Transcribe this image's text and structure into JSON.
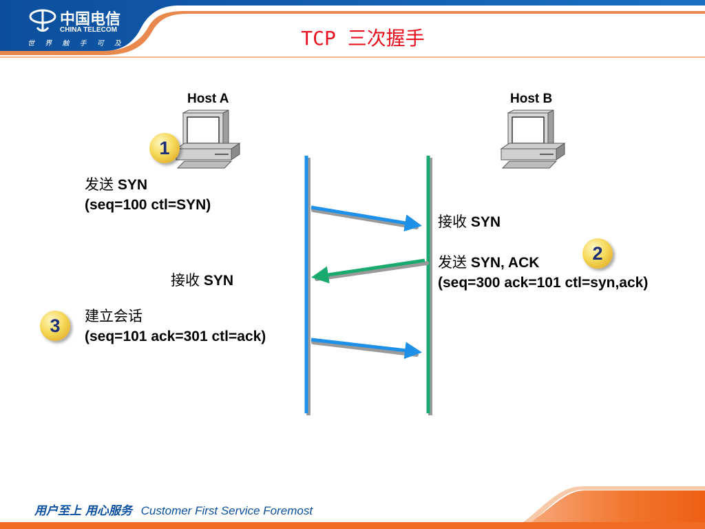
{
  "logo": {
    "name_cn": "中国电信",
    "name_en": "CHINA TELECOM",
    "slogan": "世 界 触 手 可 及",
    "icon": "china-telecom-logo-icon"
  },
  "title": "TCP 三次握手",
  "hosts": {
    "a": {
      "label": "Host A",
      "icon": "computer-icon"
    },
    "b": {
      "label": "Host B",
      "icon": "computer-icon"
    }
  },
  "steps": {
    "one": {
      "badge": "1",
      "action_cn": "发送",
      "action_en": "SYN",
      "detail": "(seq=100 ctl=SYN)",
      "receive_cn": "接收",
      "receive_en": "SYN"
    },
    "two": {
      "badge": "2",
      "action_cn": "发送",
      "action_en": "SYN, ACK",
      "detail": "(seq=300 ack=101 ctl=syn,ack)",
      "receive_cn": "接收",
      "receive_en": "SYN"
    },
    "three": {
      "badge": "3",
      "action_cn": "建立会话",
      "detail": "(seq=101 ack=301 ctl=ack)"
    }
  },
  "colors": {
    "host_a_line": "#1e90e8",
    "host_b_line": "#1aaa70",
    "title": "#e8101e",
    "header_blue": "#0a57a8",
    "footer_orange": "#f06a22"
  },
  "footer": {
    "slogan_cn": "用户至上  用心服务",
    "slogan_en": "Customer First Service Foremost"
  }
}
